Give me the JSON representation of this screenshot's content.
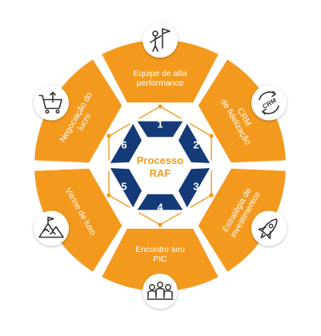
{
  "center": {
    "line1": "Processo",
    "line2": "RAF"
  },
  "segments": [
    {
      "id": "top",
      "lines": [
        "Equipe de alta",
        "performance"
      ],
      "icon": "person-flag-icon"
    },
    {
      "id": "upper-right",
      "lines": [
        "CRM",
        "de fidelização"
      ],
      "icon": "crm-cycle-icon"
    },
    {
      "id": "lower-right",
      "lines": [
        "Estratégia de",
        "investimentos"
      ],
      "icon": "rocket-icon"
    },
    {
      "id": "bottom",
      "lines": [
        "Encontre seu",
        "PIC"
      ],
      "icon": "group-people-icon"
    },
    {
      "id": "lower-left",
      "lines": [
        "Vitrine de luxo"
      ],
      "icon": "mountain-flag-icon"
    },
    {
      "id": "upper-left",
      "lines": [
        "Negociação do",
        "lucro"
      ],
      "icon": "shopping-cart-icon"
    }
  ],
  "steps": [
    "1",
    "2",
    "3",
    "4",
    "5",
    "6"
  ],
  "colors": {
    "orange": "#F39A1E",
    "navy": "#143A78",
    "center_text": "#F39A1E",
    "white": "#FFFFFF",
    "icon_stroke": "#333333"
  }
}
